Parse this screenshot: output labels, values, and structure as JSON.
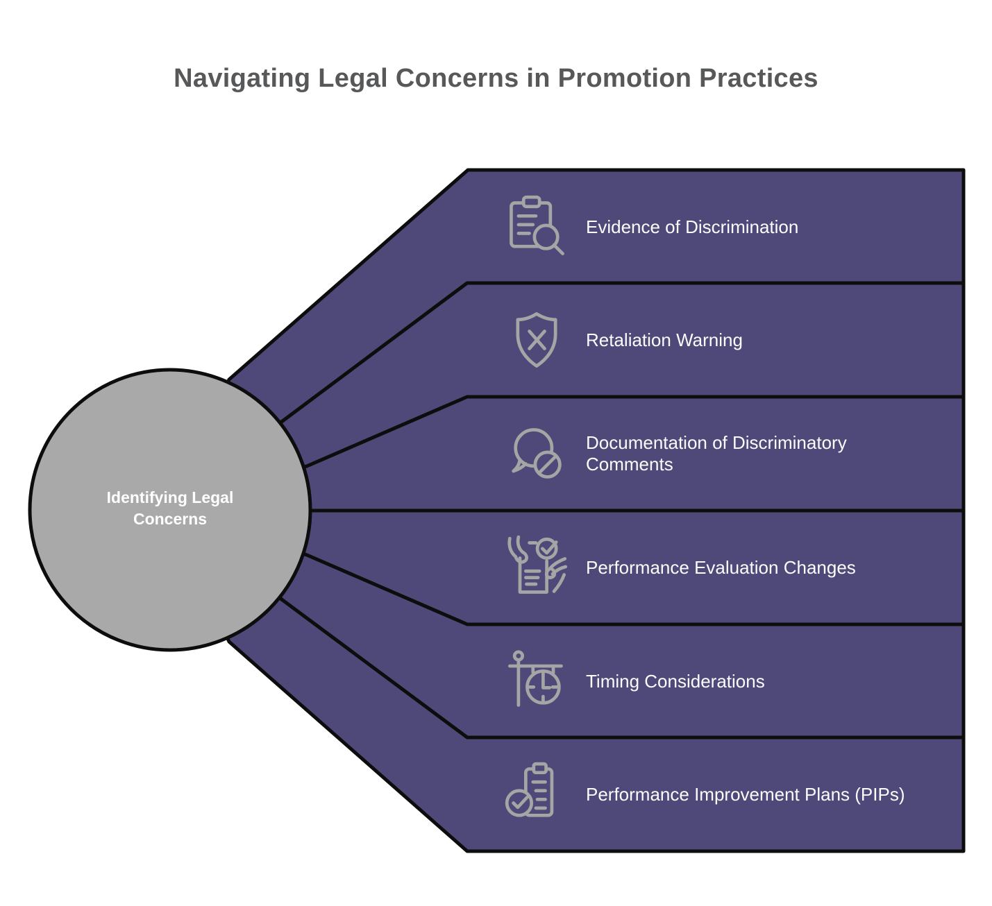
{
  "title": "Navigating Legal Concerns in Promotion Practices",
  "center": {
    "label": "Identifying Legal Concerns"
  },
  "items": [
    {
      "label": "Evidence of Discrimination",
      "icon": "clipboard-search-icon"
    },
    {
      "label": "Retaliation Warning",
      "icon": "shield-x-icon"
    },
    {
      "label": "Documentation of Discriminatory Comments",
      "icon": "comment-prohibition-icon"
    },
    {
      "label": "Performance Evaluation Changes",
      "icon": "evaluation-hands-icon"
    },
    {
      "label": "Timing Considerations",
      "icon": "hanging-clock-icon"
    },
    {
      "label": "Performance Improvement Plans (PIPs)",
      "icon": "clipboard-check-icon"
    }
  ],
  "colors": {
    "banner_purple": "#4e4979",
    "outline_black": "#0d0d0d",
    "circle_gray": "#a9a9a9",
    "icon_gray": "#a5a5a5",
    "title_gray": "#57585a",
    "label_white": "#fbfbfb",
    "background": "#ffffff"
  }
}
